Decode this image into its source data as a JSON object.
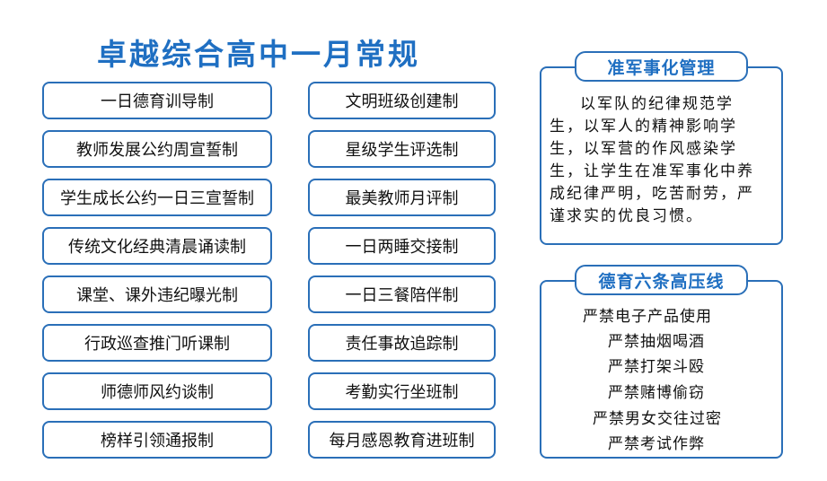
{
  "title": "卓越综合高中一月常规",
  "left_rules": [
    "一日德育训导制",
    "教师发展公约周宣誓制",
    "学生成长公约一日三宣誓制",
    "传统文化经典清晨诵读制",
    "课堂、课外违纪曝光制",
    "行政巡查推门听课制",
    "师德师风约谈制",
    "榜样引领通报制"
  ],
  "right_rules": [
    "文明班级创建制",
    "星级学生评选制",
    "最美教师月评制",
    "一日两睡交接制",
    "一日三餐陪伴制",
    "责任事故追踪制",
    "考勤实行坐班制",
    "每月感恩教育进班制"
  ],
  "military": {
    "heading": "准军事化管理",
    "lines": [
      "以军队的纪律规范学",
      "生，以军人的精神影响学",
      "生，以军营的作风感染学",
      "生，让学生在准军事化中养",
      "成纪律严明，吃苦耐劳，严",
      "谨求实的优良习惯。"
    ]
  },
  "redlines": {
    "heading": "德育六条高压线",
    "items": [
      "严禁电子产品使用",
      "严禁抽烟喝酒",
      "严禁打架斗殴",
      "严禁赌博偷窃",
      "严禁男女交往过密",
      "严禁考试作弊"
    ]
  },
  "colors": {
    "accent": "#1f6fc2",
    "border": "#2a6fb8"
  }
}
